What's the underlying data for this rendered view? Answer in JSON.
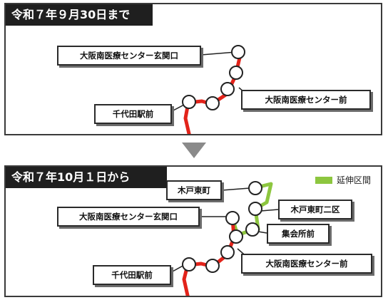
{
  "before": {
    "header": "令和７年９月30日まで",
    "stops": {
      "genkanguchi": "大阪南医療センター玄関口",
      "center_mae": "大阪南医療センター前",
      "chiyoda": "千代田駅前"
    }
  },
  "after": {
    "header": "令和７年10月１日から",
    "legend": "延伸区間",
    "stops": {
      "kidohigashi": "木戸東町",
      "kidohigashi_2ku": "木戸東町二区",
      "shukaisho": "集会所前",
      "genkanguchi": "大阪南医療センター玄関口",
      "center_mae": "大阪南医療センター前",
      "chiyoda": "千代田駅前"
    }
  },
  "colors": {
    "route": "#e2231a",
    "extension": "#8dc63f",
    "arrow": "#8a8a8a"
  }
}
